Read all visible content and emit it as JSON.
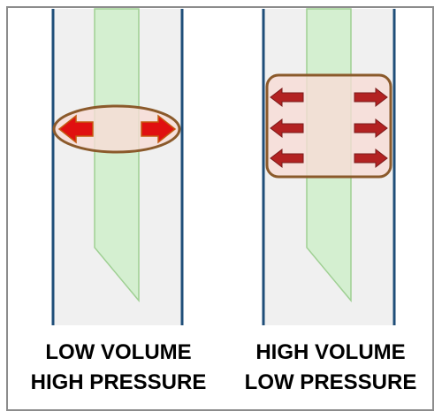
{
  "panels": [
    {
      "caption_line1": "LOW VOLUME",
      "caption_line2": "HIGH PRESSURE",
      "balloon_shape": "ellipse",
      "arrow_rows": 1
    },
    {
      "caption_line1": "HIGH VOLUME",
      "caption_line2": "LOW PRESSURE",
      "balloon_shape": "rounded-rectangle",
      "arrow_rows": 3
    }
  ],
  "colors": {
    "vessel_fill": "#f0f0f0",
    "vessel_wall": "#1f4e79",
    "catheter_fill": "#d4efd0",
    "catheter_stroke": "#9fcf93",
    "balloon_fill": "#f8dcd6",
    "balloon_stroke": "#8b5a2b",
    "arrow_fill": "#e01010",
    "arrow_fill_dark": "#b32222",
    "frame": "#8c8c8c"
  }
}
